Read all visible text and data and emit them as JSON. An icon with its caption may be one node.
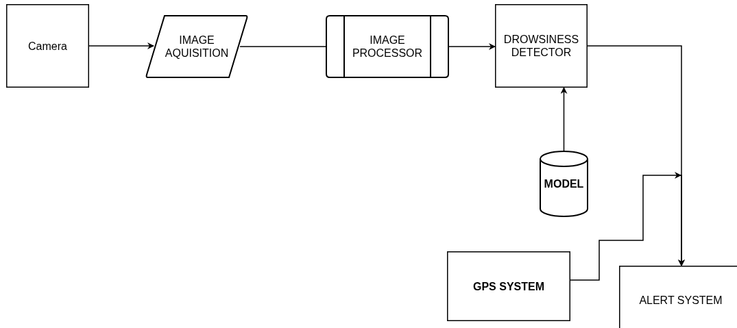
{
  "diagram": {
    "nodes": [
      {
        "text": [
          "Camera"
        ]
      },
      {
        "text": [
          "IMAGE AQUISITION"
        ]
      },
      {
        "text": [
          "IMAGE PROCESSOR"
        ]
      },
      {
        "text": [
          "DROWSINESS DETECTOR"
        ]
      },
      {
        "text": [
          "MODEL"
        ]
      },
      {
        "text": [
          "ALERT SYSTEM"
        ]
      },
      {
        "text": [
          "GPS SYSTEM"
        ]
      }
    ],
    "edges": [
      {
        "from": 0,
        "to": 1,
        "arrow": "to"
      },
      {
        "from": 1,
        "to": 2,
        "arrow": "none"
      },
      {
        "from": 2,
        "to": 3,
        "arrow": "to"
      },
      {
        "from": 4,
        "to": 3,
        "arrow": "to"
      },
      {
        "from": 3,
        "to": 5,
        "arrow": "to"
      },
      {
        "from": 6,
        "to": 5,
        "arrow": "to"
      }
    ]
  }
}
